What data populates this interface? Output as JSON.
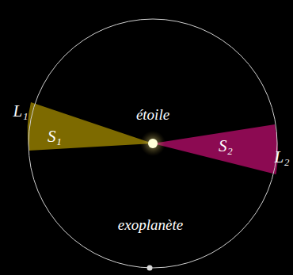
{
  "diagram": {
    "labels": [
      "L₁",
      "étoile",
      "S₁",
      "S₂",
      "L₂",
      "exoplanète"
    ]
  }
}
